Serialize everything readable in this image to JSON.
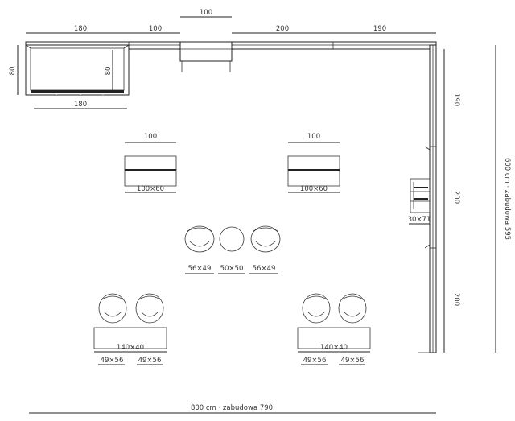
{
  "dimensions": {
    "top_100_center": "100",
    "top_180": "180",
    "top_100_left": "100",
    "top_200": "200",
    "top_190": "190",
    "left_80": "80",
    "inner_80": "80",
    "bottom_180": "180",
    "right_190": "190",
    "right_200_mid": "200",
    "right_200_low": "200",
    "right_total": "600 cm · zabudowa 595",
    "bottom_total": "800 cm · zabudowa 790"
  },
  "furniture": {
    "desk_left_width": "100",
    "desk_left_size": "100×60",
    "desk_right_width": "100",
    "desk_right_size": "100×60",
    "shelf_size": "30×71",
    "chair_left_size": "56×49",
    "round_table_size": "50×50",
    "chair_right_size": "56×49",
    "bench_left_size": "140×40",
    "bench_left_chair1": "49×56",
    "bench_left_chair2": "49×56",
    "bench_right_size": "140×40",
    "bench_right_chair1": "49×56",
    "bench_right_chair2": "49×56"
  }
}
